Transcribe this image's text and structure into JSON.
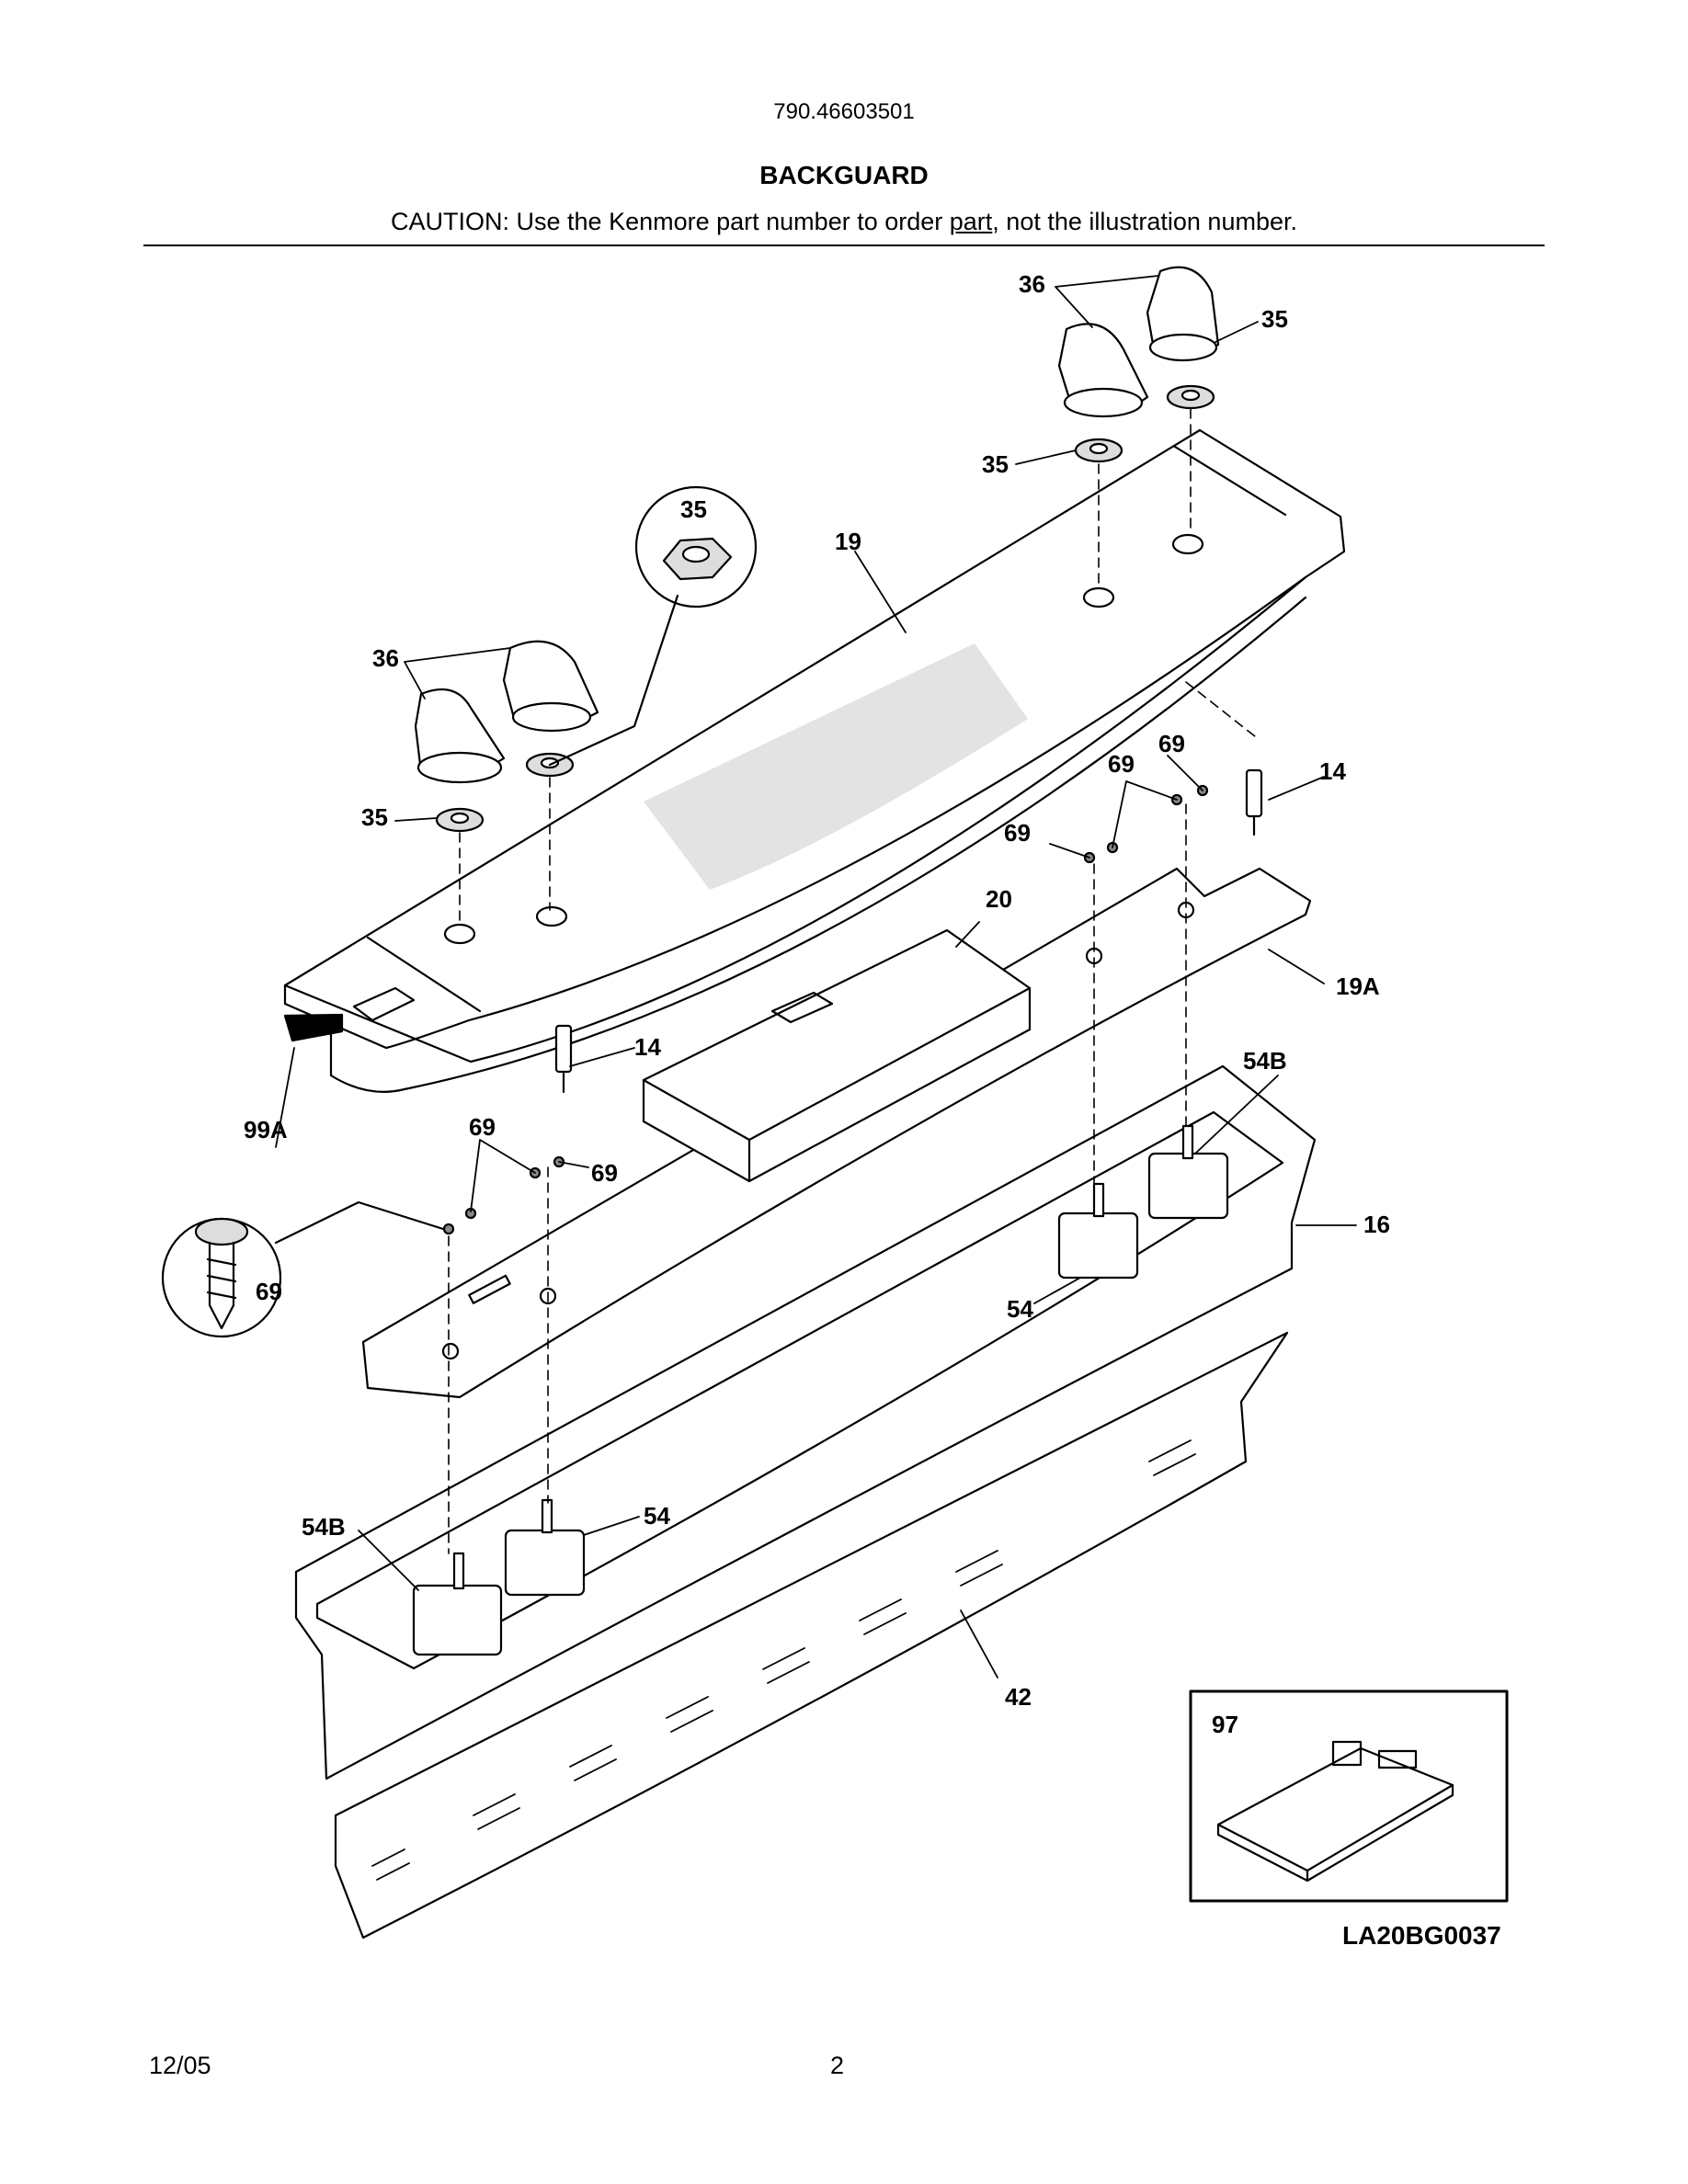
{
  "header": {
    "model_number": "790.46603501",
    "title": "BACKGUARD",
    "caution_prefix": "CAUTION: Use the Kenmore part number to order ",
    "caution_link": "part",
    "caution_suffix": ", not the illustration number."
  },
  "diagram": {
    "callouts": {
      "c36_top": "36",
      "c35_top_right": "35",
      "c35_top_mid": "35",
      "c35_inset": "35",
      "c19": "19",
      "c36_left": "36",
      "c35_left": "35",
      "c69_a": "69",
      "c69_b": "69",
      "c14_right": "14",
      "c69_c": "69",
      "c20": "20",
      "c19A": "19A",
      "c14_left": "14",
      "c54B_right": "54B",
      "c99A": "99A",
      "c69_d": "69",
      "c69_e": "69",
      "c16": "16",
      "c69_inset": "69",
      "c54_right": "54",
      "c54B_left": "54B",
      "c54_left": "54",
      "c42": "42",
      "c97": "97"
    }
  },
  "footer": {
    "drawing_code": "LA20BG0037",
    "date": "12/05",
    "page": "2"
  }
}
